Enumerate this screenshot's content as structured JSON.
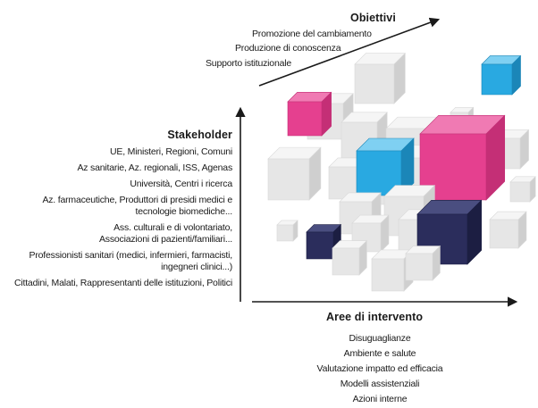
{
  "obiettivi": {
    "title": "Obiettivi",
    "items": [
      "Promozione del cambiamento",
      "Produzione di conoscenza",
      "Supporto istituzionale"
    ]
  },
  "stakeholder": {
    "title": "Stakeholder",
    "items": [
      "UE, Ministeri, Regioni, Comuni",
      "Az sanitarie, Az. regionali, ISS, Agenas",
      "Università, Centri i ricerca",
      "Az. farmaceutiche, Produttori di presidi medici e\ntecnologie biomediche...",
      "Ass. culturali e di volontariato,\nAssociazioni di pazienti/familiari...",
      "Professionisti sanitari (medici, infermieri, farmacisti,\ningegneri clinici...)",
      "Cittadini, Malati, Rappresentanti delle istituzioni, Politici"
    ]
  },
  "aree": {
    "title": "Aree di intervento",
    "items": [
      "Disuguaglianze",
      "Ambiente e salute",
      "Valutazione impatto ed efficacia",
      "Modelli assistenziali",
      "Azioni interne"
    ]
  },
  "colors": {
    "text": "#1a1a1a",
    "arrow": "#1a1a1a",
    "cube_grey": "#e6e6e6",
    "cube_pink": "#e5408f",
    "cube_cyan": "#29a9e1",
    "cube_navy": "#2b2d5c"
  }
}
